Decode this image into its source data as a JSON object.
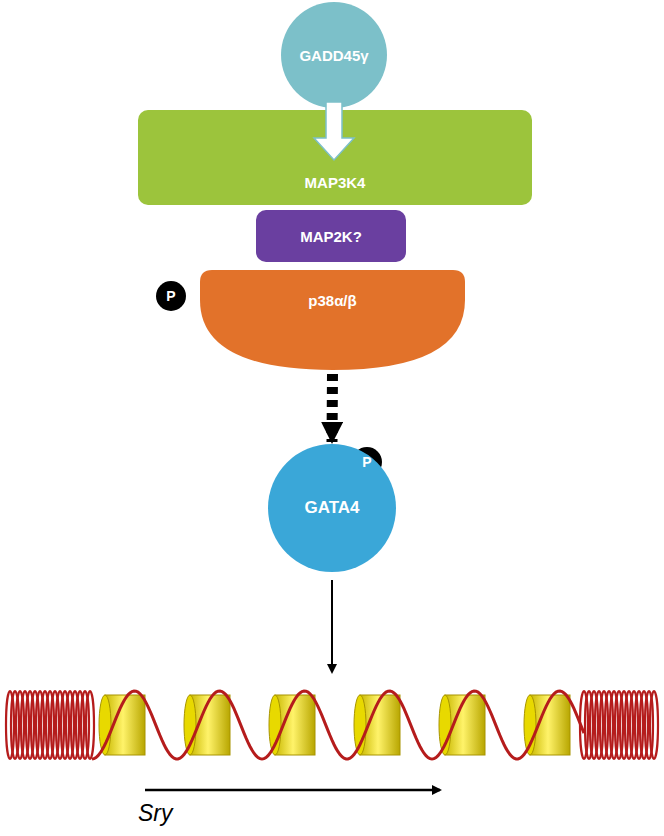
{
  "diagram": {
    "nodes": [
      {
        "text": [
          "GADD45γ"
        ]
      },
      {
        "text": [
          "MAP3K4"
        ]
      },
      {
        "text": [
          "MAP2K?"
        ]
      },
      {
        "text": [
          "P"
        ]
      },
      {
        "text": [
          "p38α/β"
        ]
      },
      {
        "text": [
          "P"
        ]
      },
      {
        "text": [
          "GATA4"
        ]
      }
    ],
    "edges": [
      {
        "from": 0,
        "to": 1,
        "arrow": "to"
      },
      {
        "from": 4,
        "to": 6,
        "arrow": "to"
      }
    ],
    "labels": [
      "Sry"
    ]
  }
}
